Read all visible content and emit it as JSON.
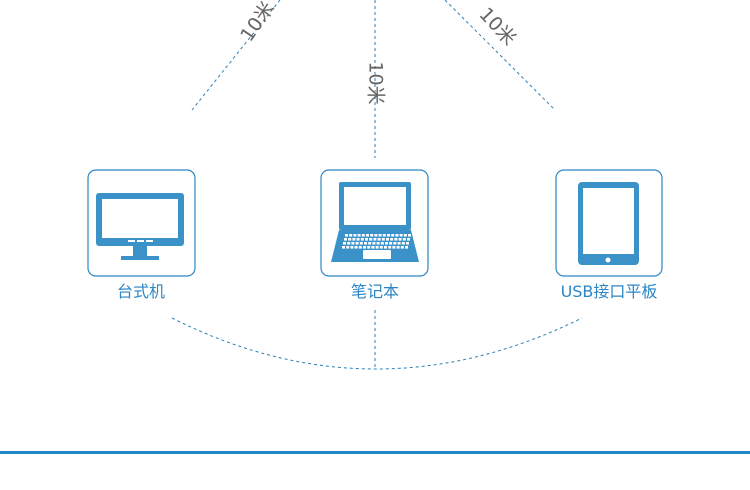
{
  "distances": {
    "left": "10米",
    "center": "10米",
    "right": "10米"
  },
  "devices": {
    "desktop": {
      "label": "台式机",
      "icon": "desktop-monitor-icon"
    },
    "laptop": {
      "label": "笔记本",
      "icon": "laptop-icon"
    },
    "tablet": {
      "label": "USB接口平板",
      "icon": "tablet-icon"
    }
  },
  "colors": {
    "accent": "#2b86c5",
    "icon_fill": "#3a92c8",
    "rule": "#1e88c8",
    "distance_text": "#666666"
  }
}
